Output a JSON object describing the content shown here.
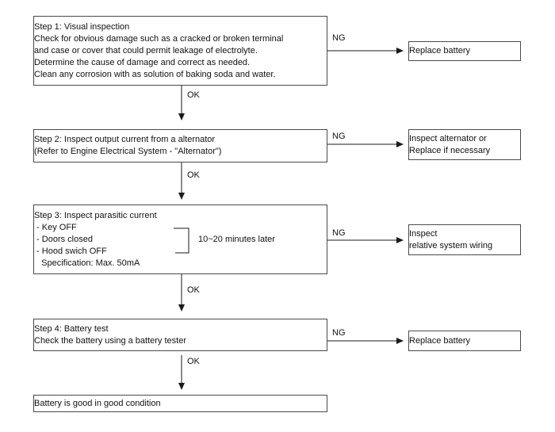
{
  "flowchart": {
    "title_hint": "Battery inspection flowchart",
    "edge_labels": {
      "ng": "NG",
      "ok": "OK"
    },
    "main_boxes": [
      {
        "name": "step1",
        "lines": [
          "Step 1: Visual inspection",
          "Check for obvious damage such as a cracked or broken terminal",
          "and case or cover that could permit leakage of electrolyte.",
          "Determine the cause of damage and correct as needed.",
          "Clean any corrosion with as solution of baking soda and water."
        ]
      },
      {
        "name": "step2",
        "lines": [
          "Step 2: Inspect output current from a alternator",
          "(Refer to Engine Electrical System - \"Alternator\")"
        ]
      },
      {
        "name": "step3",
        "lines": [
          "Step 3: Inspect parasitic current",
          " - Key OFF",
          " - Doors closed",
          " - Hood swich OFF",
          "   Specification: Max. 50mA"
        ],
        "bracket_note": "10~20 minutes later"
      },
      {
        "name": "step4",
        "lines": [
          "Step 4: Battery test",
          "Check the battery using a battery tester"
        ]
      },
      {
        "name": "result",
        "lines": [
          "Battery is good in good condition"
        ]
      }
    ],
    "outcome_boxes": [
      {
        "name": "replace-battery-1",
        "lines": [
          "Replace battery"
        ]
      },
      {
        "name": "inspect-alternator",
        "lines": [
          "Inspect alternator or",
          "Replace if necessary"
        ]
      },
      {
        "name": "inspect-wiring",
        "lines": [
          "Inspect",
          "relative system wiring"
        ]
      },
      {
        "name": "replace-battery-2",
        "lines": [
          "Replace battery"
        ]
      }
    ],
    "colors": {
      "background": "#ffffff",
      "border": "#4a4a4a",
      "line": "#1a1a1a",
      "text": "#111111"
    }
  }
}
